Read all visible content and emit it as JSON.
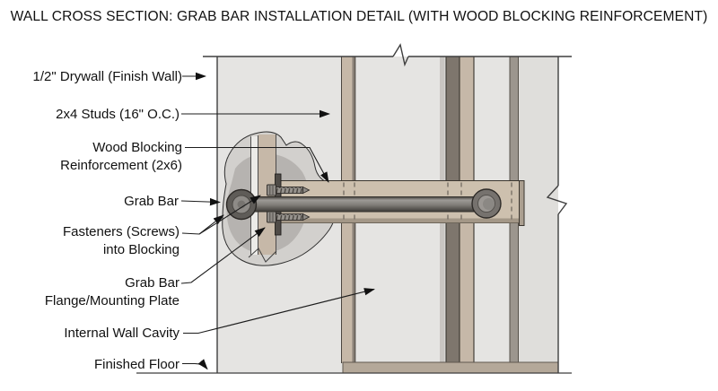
{
  "title": "WALL CROSS SECTION: GRAB BAR INSTALLATION DETAIL (WITH WOOD BLOCKING REINFORCEMENT)",
  "labels": {
    "drywall": "1/2\" Drywall (Finish Wall)",
    "studs": "2x4 Studs (16\" O.C.)",
    "blocking_line1": "Wood Blocking",
    "blocking_line2": "Reinforcement (2x6)",
    "grab_bar": "Grab Bar",
    "fasteners_line1": "Fasteners (Screws)",
    "fasteners_line2": "into Blocking",
    "flange_line1": "Grab Bar",
    "flange_line2": "Flange/Mounting Plate",
    "cavity": "Internal Wall Cavity",
    "floor": "Finished Floor"
  },
  "colors": {
    "background": "#ffffff",
    "wall_gray": "#e5e4e2",
    "wall_gray_right": "#dfdedb",
    "cutaway_gray": "#d2d0cd",
    "cutaway_shadow": "#b6b3b0",
    "stud_tan": "#c6b8a8",
    "stud_dark": "#7e766d",
    "stud_edge_gray": "#9c968e",
    "blocking_tan": "#cdc0ae",
    "blocking_shade": "#a39787",
    "plate_tan": "#b4a899",
    "drywall_edge": "#ecebe8",
    "metal_dark": "#45423e",
    "metal_mid": "#807d78",
    "metal_light": "#9d9a96",
    "line_black": "#222222"
  }
}
